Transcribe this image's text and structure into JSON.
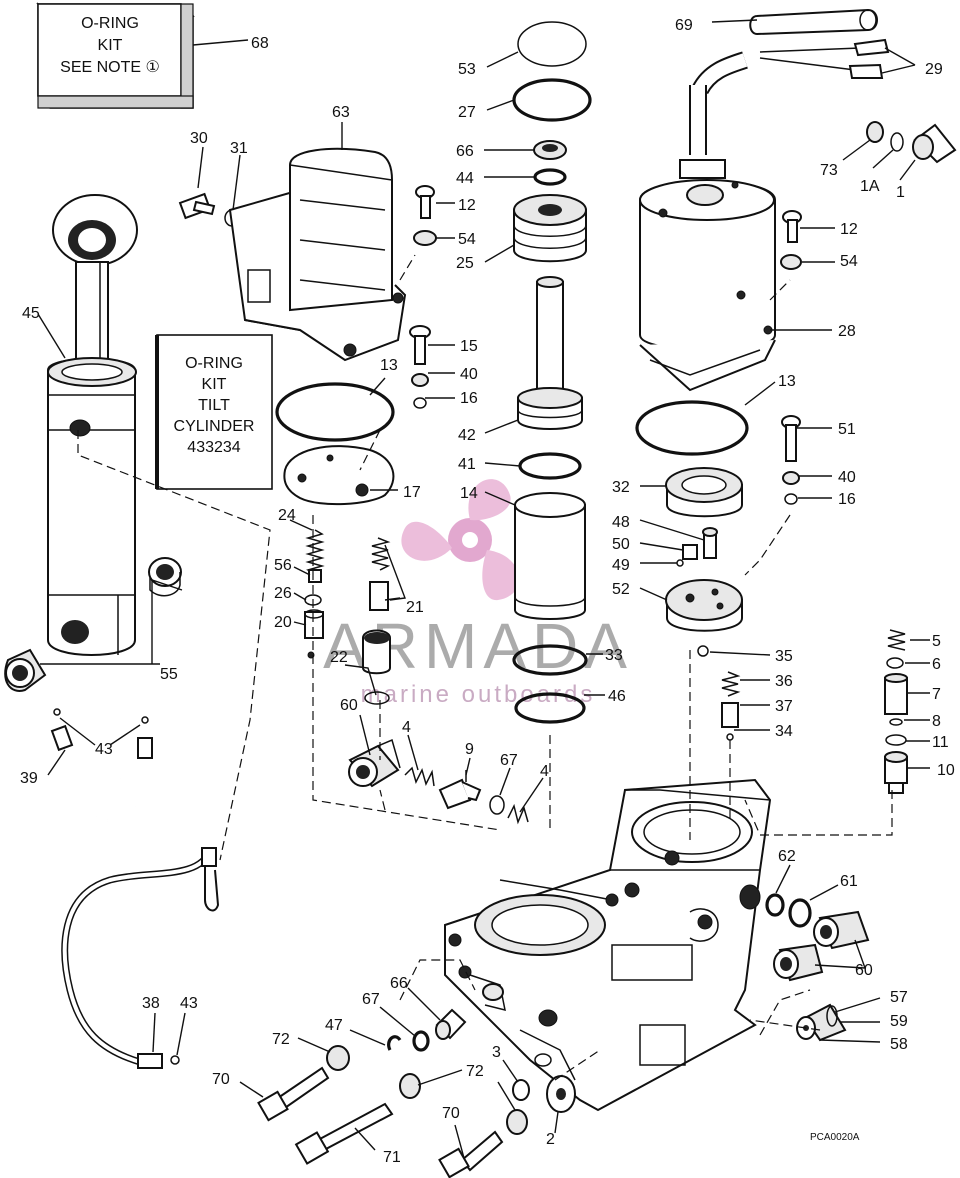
{
  "boxes": {
    "oring_kit_note": {
      "line1": "O-RING",
      "line2": "KIT",
      "line3": "SEE NOTE ①"
    },
    "oring_kit_tilt": {
      "line1": "O-RING",
      "line2": "KIT",
      "line3": "TILT",
      "line4": "CYLINDER",
      "line5": "433234"
    }
  },
  "callouts": {
    "c68": "68",
    "c69": "69",
    "c29": "29",
    "c53": "53",
    "c27": "27",
    "c66a": "66",
    "c44": "44",
    "c63": "63",
    "c30": "30",
    "c31": "31",
    "c73": "73",
    "c1A": "1A",
    "c1": "1",
    "c12a": "12",
    "c54a": "54",
    "c25": "25",
    "c12b": "12",
    "c54b": "54",
    "c45": "45",
    "c28": "28",
    "c15": "15",
    "c40a": "40",
    "c13a": "13",
    "c16a": "16",
    "c42": "42",
    "c13b": "13",
    "c51": "51",
    "c41": "41",
    "c17": "17",
    "c14": "14",
    "c32": "32",
    "c40b": "40",
    "c16b": "16",
    "c24": "24",
    "c48": "48",
    "c50": "50",
    "c49": "49",
    "c52": "52",
    "c56": "56",
    "c26": "26",
    "c21": "21",
    "c20": "20",
    "c55": "55",
    "c22": "22",
    "c33": "33",
    "c5": "5",
    "c35": "35",
    "c6": "6",
    "c36": "36",
    "c7": "7",
    "c46": "46",
    "c37": "37",
    "c8": "8",
    "c43a": "43",
    "c60a": "60",
    "c4a": "4",
    "c34": "34",
    "c11": "11",
    "c39": "39",
    "c9": "9",
    "c67a": "67",
    "c4b": "4",
    "c10": "10",
    "c62": "62",
    "c61": "61",
    "c60b": "60",
    "c66b": "66",
    "c57": "57",
    "c38": "38",
    "c43b": "43",
    "c67b": "67",
    "c47": "47",
    "c59": "59",
    "c72a": "72",
    "c58": "58",
    "c3": "3",
    "c70a": "70",
    "c72b": "72",
    "c2": "2",
    "c70b": "70",
    "c71": "71"
  },
  "figure_code": "PCA0020A",
  "watermark": {
    "brand": "ARMADA",
    "tagline": "marine outboards"
  }
}
